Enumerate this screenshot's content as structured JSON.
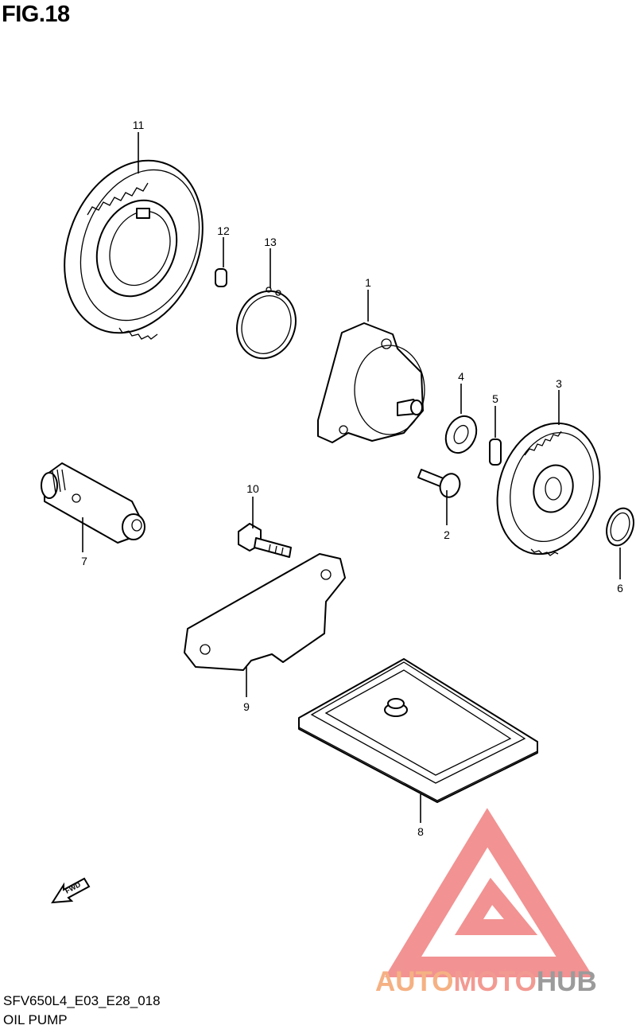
{
  "figure": {
    "title": "FIG.18",
    "model_code": "SFV650L4_E03_E28_018",
    "caption": "OIL PUMP"
  },
  "callouts": {
    "c1": "1",
    "c2": "2",
    "c3": "3",
    "c4": "4",
    "c5": "5",
    "c6": "6",
    "c7": "7",
    "c8": "8",
    "c9": "9",
    "c10": "10",
    "c11": "11",
    "c12": "12",
    "c13": "13"
  },
  "fwd_label": "FWD",
  "watermark": {
    "part1": "AUTO",
    "part2": "MOTO",
    "part3": "HUB",
    "color_1": "#f5b183",
    "color_2": "#f29a92",
    "color_3": "#9b9b9b",
    "logo_color": "#f08080"
  }
}
